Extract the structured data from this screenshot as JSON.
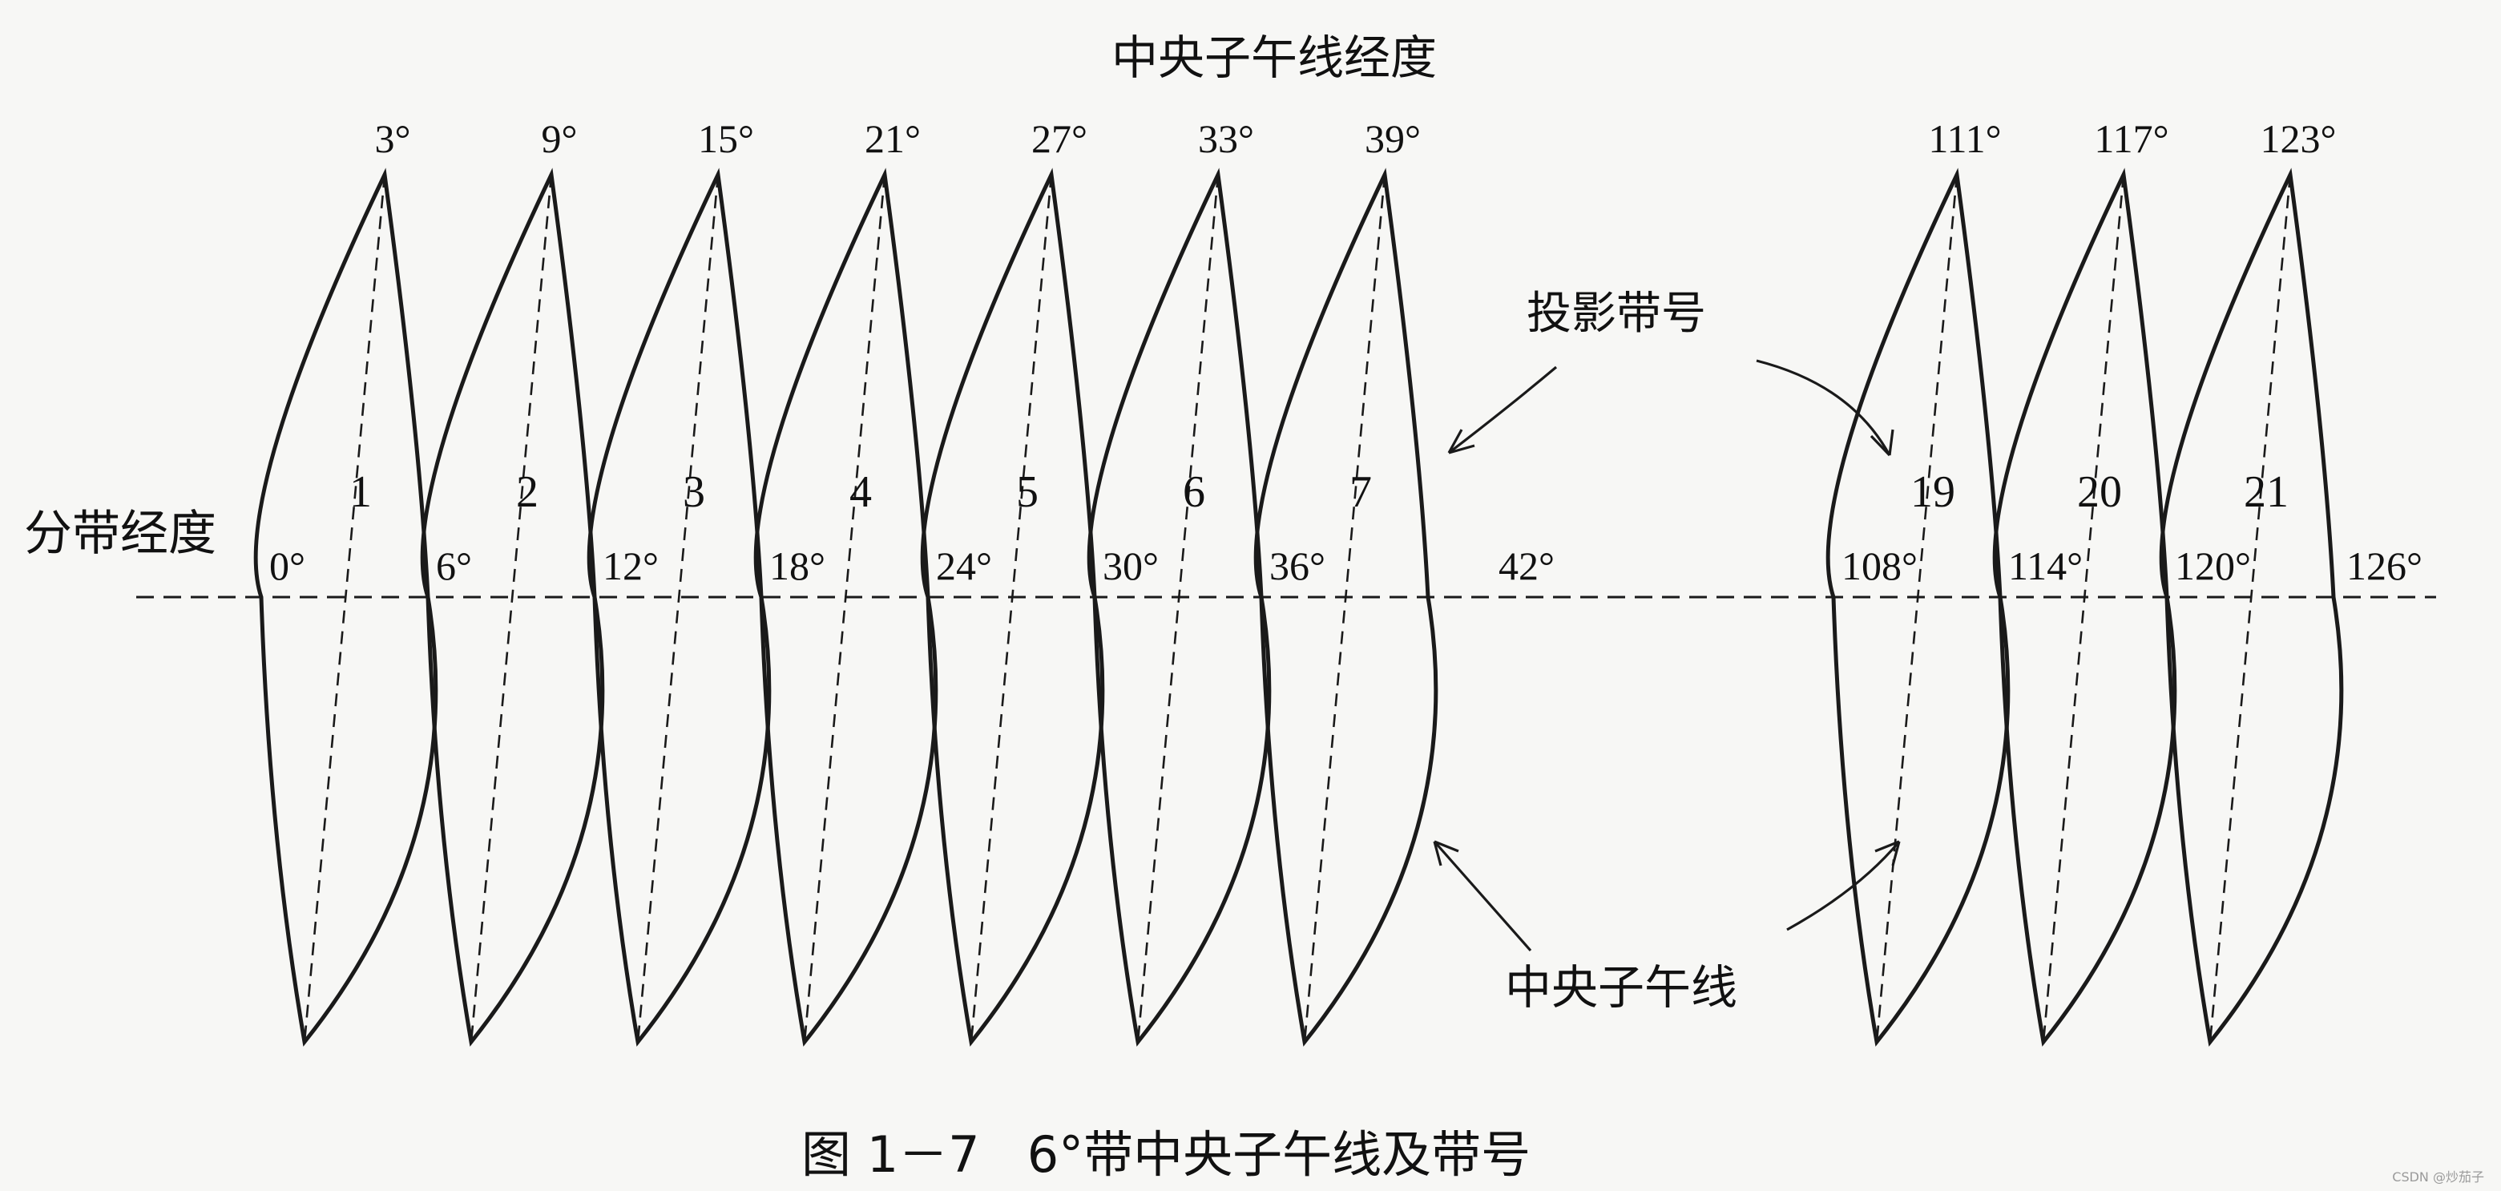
{
  "header_title": "中央子午线经度",
  "left_label": "分带经度",
  "zones": [
    {
      "number": "1",
      "central": "3°",
      "boundary_left": "0°"
    },
    {
      "number": "2",
      "central": "9°",
      "boundary_left": "6°"
    },
    {
      "number": "3",
      "central": "15°",
      "boundary_left": "12°"
    },
    {
      "number": "4",
      "central": "21°",
      "boundary_left": "18°"
    },
    {
      "number": "5",
      "central": "27°",
      "boundary_left": "24°"
    },
    {
      "number": "6",
      "central": "33°",
      "boundary_left": "30°"
    },
    {
      "number": "7",
      "central": "39°",
      "boundary_left": "36°"
    },
    {
      "number": "19",
      "central": "111°",
      "boundary_left": "108°"
    },
    {
      "number": "20",
      "central": "117°",
      "boundary_left": "114°"
    },
    {
      "number": "21",
      "central": "123°",
      "boundary_left": "120°"
    }
  ],
  "end_boundaries": [
    "42°",
    "126°"
  ],
  "annotation_zone_number": "投影带号",
  "annotation_central_meridian": "中央子午线",
  "caption": "图 1－7   6°带中央子午线及带号",
  "watermark": "CSDN @炒茄子",
  "colors": {
    "ink": "#1a1a1a",
    "paper": "#f7f7f5"
  }
}
